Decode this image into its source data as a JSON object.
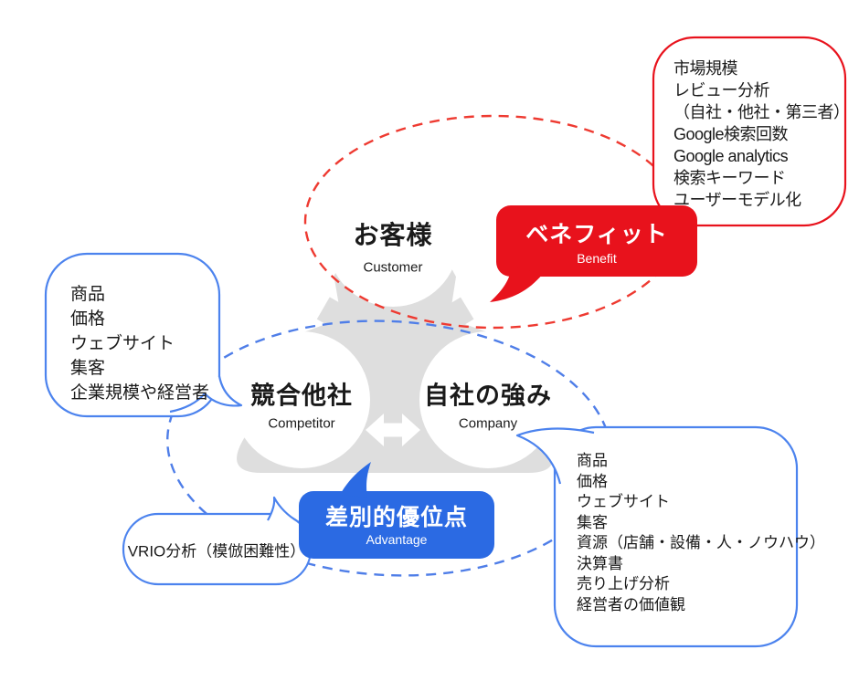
{
  "colors": {
    "red": "#e8121c",
    "reddash": "#ee3a31",
    "blue": "#2b6ae3",
    "bluestroke": "#4c83ee",
    "bluedash": "#4f7ee8",
    "gray": "#dedede",
    "text": "#1a1a1a"
  },
  "nodes": {
    "customer": {
      "title": "お客様",
      "subtitle": "Customer"
    },
    "competitor": {
      "title": "競合他社",
      "subtitle": "Competitor"
    },
    "company": {
      "title": "自社の強み",
      "subtitle": "Company"
    }
  },
  "callouts": {
    "benefit": {
      "title": "ベネフィット",
      "subtitle": "Benefit"
    },
    "advantage": {
      "title": "差別的優位点",
      "subtitle": "Advantage"
    }
  },
  "bubbles": {
    "customer_items": [
      "市場規模",
      "レビュー分析",
      "（自社・他社・第三者）",
      "Google検索回数",
      "Google analytics",
      "検索キーワード",
      "ユーザーモデル化"
    ],
    "competitor_items": [
      "商品",
      "価格",
      "ウェブサイト",
      "集客",
      "企業規模や経営者"
    ],
    "company_items": [
      "商品",
      "価格",
      "ウェブサイト",
      "集客",
      "資源（店舗・設備・人・ノウハウ）",
      "決算書",
      "売り上げ分析",
      "経営者の価値観"
    ],
    "advantage_note": "VRIO分析（模倣困難性）"
  }
}
